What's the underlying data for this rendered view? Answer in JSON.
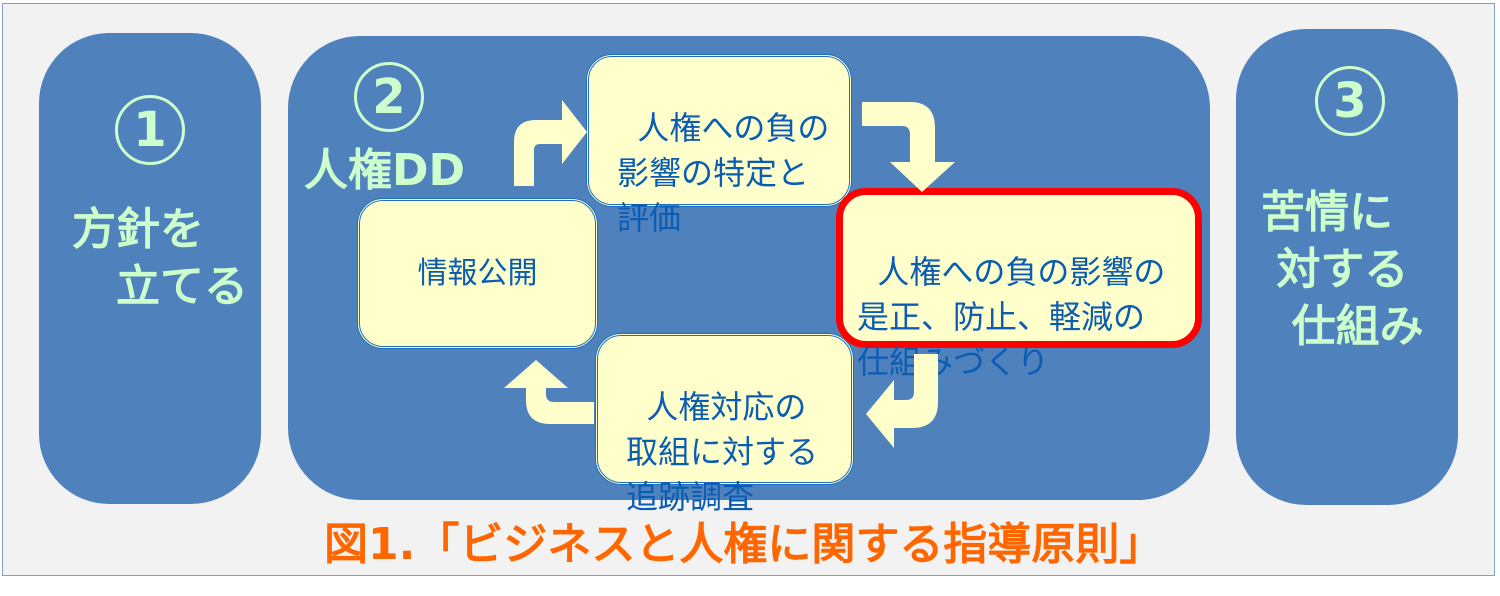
{
  "colors": {
    "background": "#f2f2f2",
    "pillar": "#4f81bd",
    "pillar_text": "#ccffcc",
    "node_fill": "#ffffcc",
    "node_text": "#0b5db3",
    "node_border": "#1f6fc0",
    "highlight_border": "#ff0000",
    "arrow": "#ffffcc",
    "caption": "#ff6600"
  },
  "pillars": [
    {
      "number": "1",
      "label": "方針を\n　立てる"
    },
    {
      "number": "2",
      "label": "人権DD"
    },
    {
      "number": "3",
      "label": "苦情に\n 対する\n  仕組み"
    }
  ],
  "cycle": {
    "nodes": [
      {
        "id": "identify",
        "label": "人権への負の\n影響の特定と\n評価",
        "highlighted": false
      },
      {
        "id": "remedy",
        "label": "人権への負の影響の\n是正、防止、軽減の\n仕組みづくり",
        "highlighted": true
      },
      {
        "id": "tracking",
        "label": "人権対応の\n取組に対する\n追跡調査",
        "highlighted": false
      },
      {
        "id": "disclosure",
        "label": "情報公開",
        "highlighted": false
      }
    ],
    "arrows": [
      {
        "from": "disclosure",
        "to": "identify",
        "icon": "arrow-turn-right-icon"
      },
      {
        "from": "identify",
        "to": "remedy",
        "icon": "arrow-turn-down-icon"
      },
      {
        "from": "remedy",
        "to": "tracking",
        "icon": "arrow-turn-left-icon"
      },
      {
        "from": "tracking",
        "to": "disclosure",
        "icon": "arrow-turn-up-icon"
      }
    ]
  },
  "caption": "図1.「ビジネスと人権に関する指導原則」"
}
